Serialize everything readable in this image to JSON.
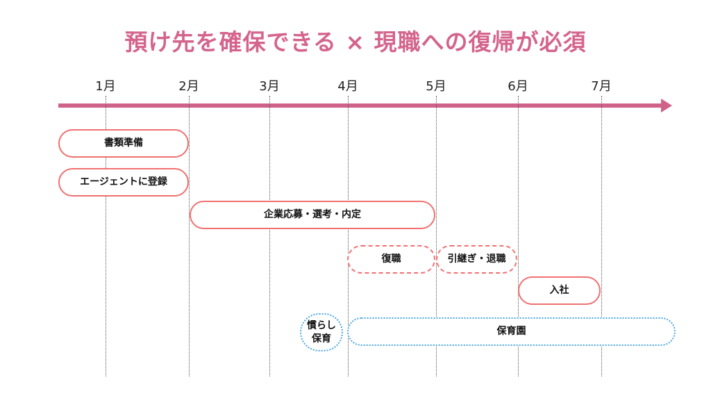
{
  "title": "預け先を確保できる × 現職への復帰が必須",
  "months": [
    "1月",
    "2月",
    "3月",
    "4月",
    "5月",
    "6月",
    "7月"
  ],
  "tasks": {
    "documents": "書類準備",
    "agent": "エージェントに登録",
    "apply": "企業応募・選考・内定",
    "return": "復職",
    "handover": "引継ぎ・退職",
    "join": "入社",
    "adjust_line1": "慣らし",
    "adjust_line2": "保育",
    "nursery": "保育園"
  },
  "colors": {
    "title": "#d4648c",
    "axis": "#d0628a",
    "work": "#f07070",
    "childcare": "#4aa6e2"
  }
}
